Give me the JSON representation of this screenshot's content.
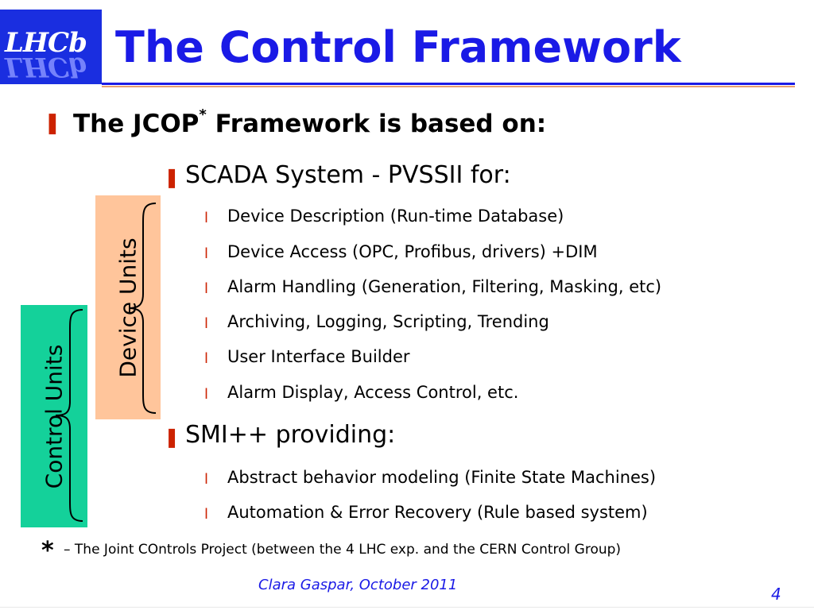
{
  "logo": {
    "text": "LHCb",
    "mirror_text": "LHCb"
  },
  "title": "The Control Framework",
  "main_bullet": {
    "text": "The JCOP",
    "sup": "*",
    "tail": " Framework is based on:"
  },
  "sections": [
    {
      "label": "SCADA System - PVSSII for:",
      "items": [
        "Device Description (Run-time Database)",
        "Device Access (OPC, Profibus, drivers) +DIM",
        "Alarm Handling (Generation, Filtering, Masking, etc)",
        "Archiving, Logging, Scripting, Trending",
        "User Interface Builder",
        "Alarm Display, Access Control, etc."
      ]
    },
    {
      "label": "SMI++ providing:",
      "items": [
        "Abstract behavior modeling (Finite State Machines)",
        "Automation & Error Recovery (Rule based system)"
      ]
    }
  ],
  "side_labels": {
    "device_units": "Device Units",
    "control_units": "Control Units"
  },
  "footnote": {
    "star": "*",
    "text": "– The Joint COntrols Project (between the 4 LHC exp. and the CERN Control Group)"
  },
  "footer": {
    "author": "Clara Gaspar, October 2011",
    "page": "4"
  },
  "colors": {
    "title_blue": "#1a1ae6",
    "bullet_red": "#cc2200",
    "device_box": "#ffc59b",
    "control_box": "#14d19a"
  }
}
